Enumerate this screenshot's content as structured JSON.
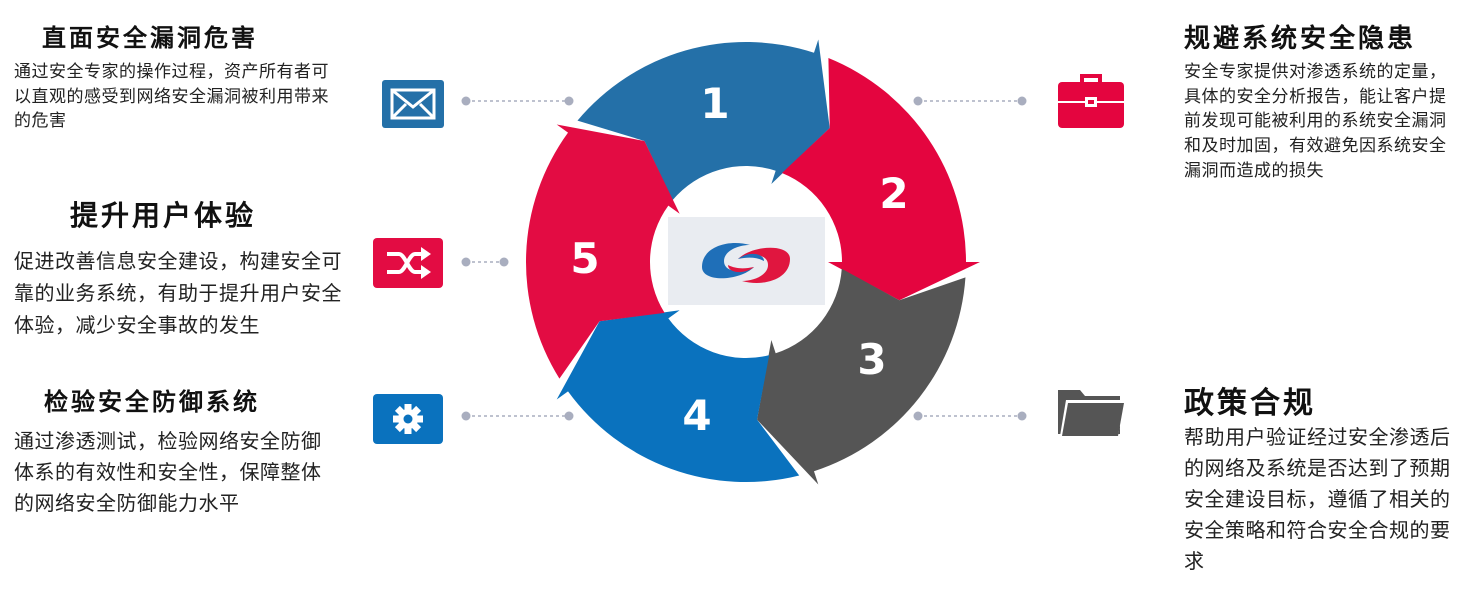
{
  "steps": [
    {
      "number": "1",
      "title": "直面安全漏洞危害",
      "description": "通过安全专家的操作过程，资产所有者可以直观的感受到网络安全漏洞被利用带来的危害",
      "icon": "mail-icon",
      "color": "#2470a8"
    },
    {
      "number": "2",
      "title": "规避系统安全隐患",
      "description": "安全专家提供对渗透系统的定量，具体的安全分析报告，能让客户提前发现可能被利用的系统安全漏洞和及时加固，有效避免因系统安全漏洞而造成的损失",
      "icon": "briefcase-icon",
      "color": "#e4053f"
    },
    {
      "number": "3",
      "title": "政策合规",
      "description": "帮助用户验证经过安全渗透后的网络及系统是否达到了预期安全建设目标，遵循了相关的安全策略和符合安全合规的要求",
      "icon": "folder-icon",
      "color": "#555555"
    },
    {
      "number": "4",
      "title": "检验安全防御系统",
      "description": "通过渗透测试，检验网络安全防御体系的有效性和安全性，保障整体的网络安全防御能力水平",
      "icon": "gear-icon",
      "color": "#0a72be"
    },
    {
      "number": "5",
      "title": "提升用户体验",
      "description": "促进改善信息安全建设，构建安全可靠的业务系统，有助于提升用户安全体验，减少安全事故的发生",
      "icon": "shuffle-icon",
      "color": "#e30c43"
    }
  ],
  "center_logo": "logo",
  "connector_color": "#a9aebf"
}
